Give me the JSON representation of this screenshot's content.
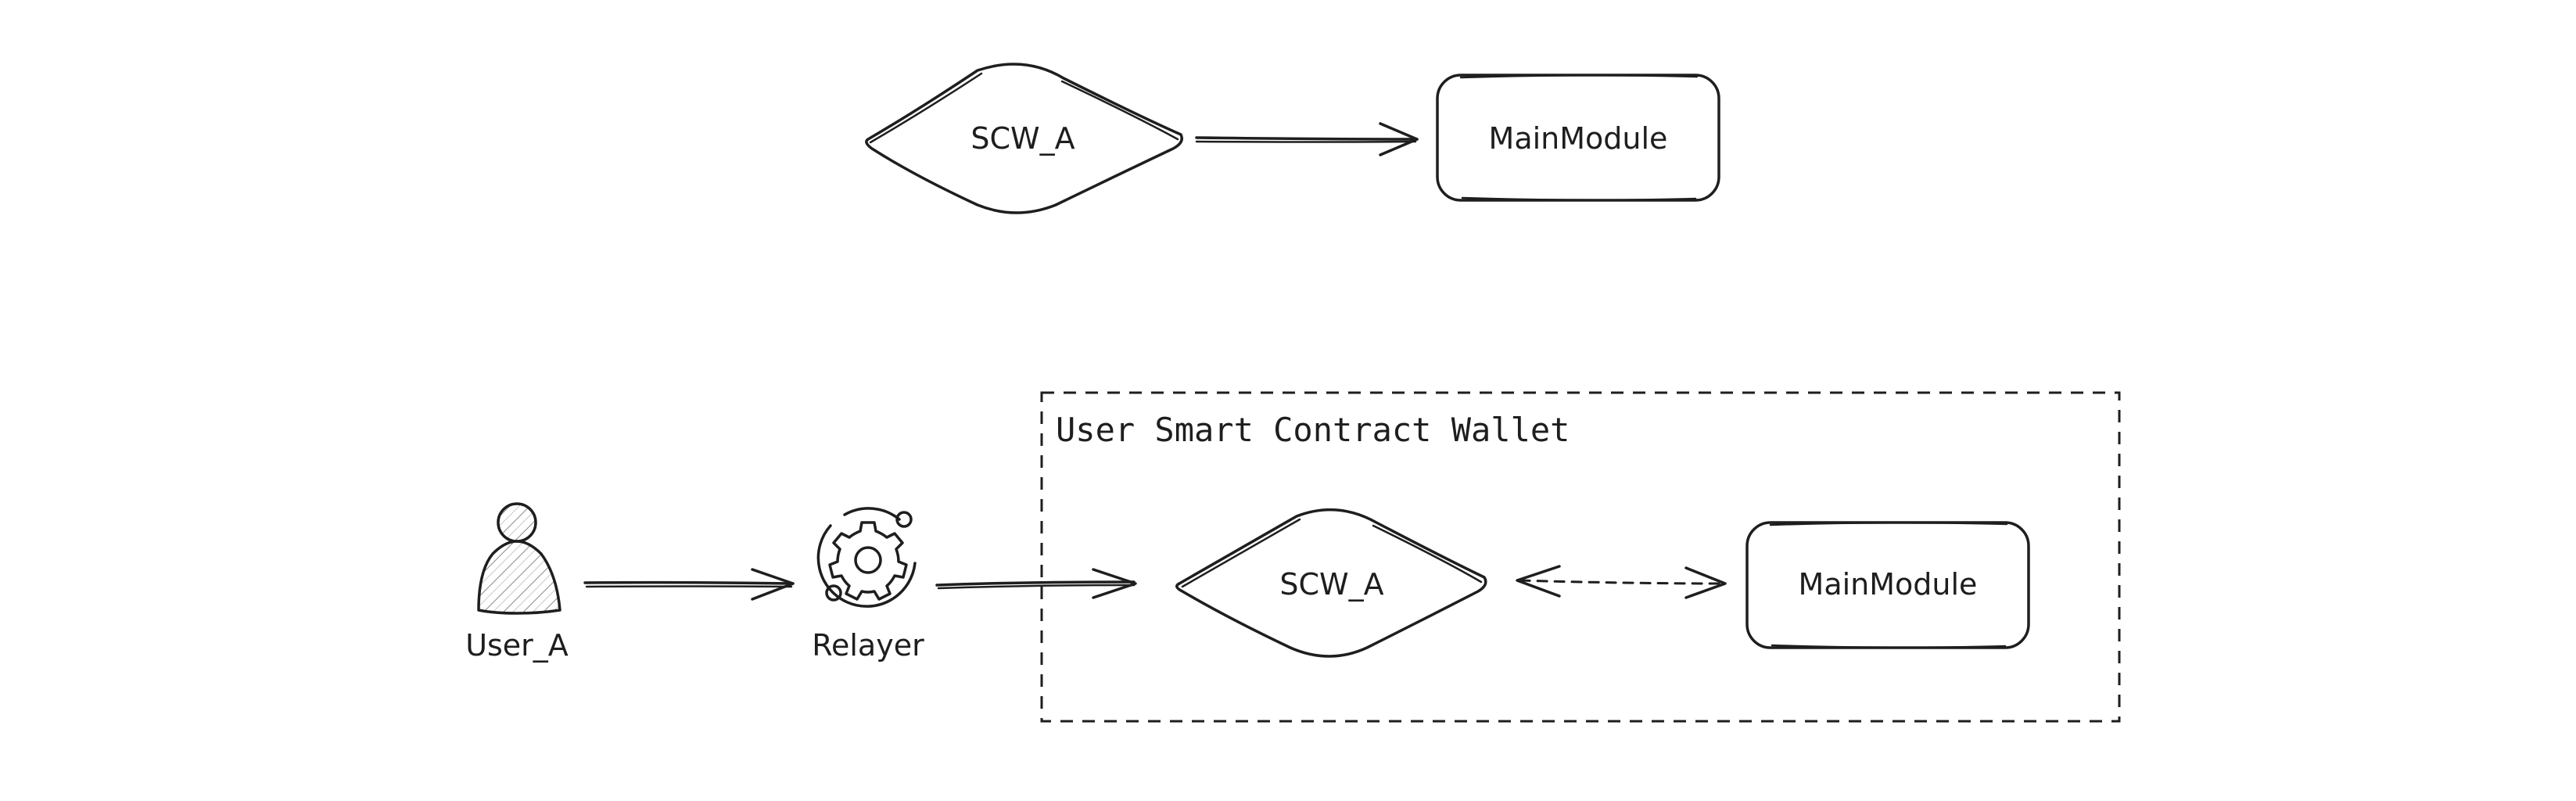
{
  "diagram": {
    "top": {
      "contract_label": "SCW_A",
      "module_label": "MainModule"
    },
    "bottom": {
      "group_label": "User Smart Contract Wallet",
      "user_label": "User_A",
      "relayer_label": "Relayer",
      "contract_label": "SCW_A",
      "module_label": "MainModule"
    },
    "icons": {
      "user": "person-icon",
      "relayer": "gear-icon"
    },
    "colors": {
      "stroke": "#1e1e1e",
      "background": "#ffffff"
    }
  }
}
